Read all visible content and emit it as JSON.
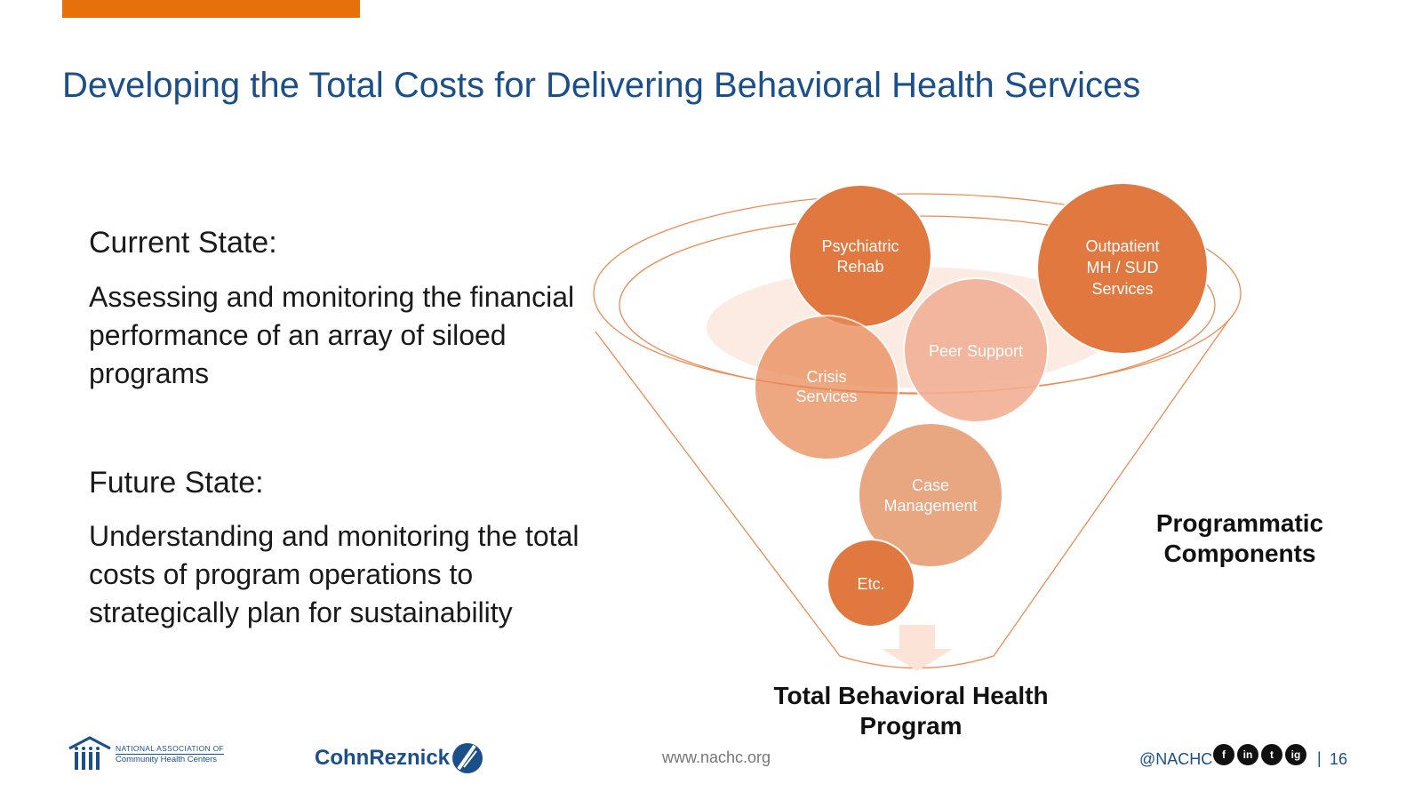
{
  "slide": {
    "title": "Developing the Total Costs for Delivering Behavioral Health Services",
    "accent_color": "#E8700A",
    "title_color": "#1B4F8A"
  },
  "current_state": {
    "heading": "Current State:",
    "body": "Assessing and monitoring the financial performance of an array of siloed programs"
  },
  "future_state": {
    "heading": "Future State:",
    "body": "Understanding and monitoring the total costs of program operations to strategically plan for sustainability"
  },
  "diagram": {
    "bubbles": [
      {
        "line1": "Psychiatric",
        "line2": "Rehab"
      },
      {
        "line1": "Outpatient",
        "line2": "MH / SUD",
        "line3": "Services"
      },
      {
        "line1": "Peer Support"
      },
      {
        "line1": "Crisis",
        "line2": "Services"
      },
      {
        "line1": "Case",
        "line2": "Management"
      },
      {
        "line1": "Etc."
      }
    ],
    "components_label": "Programmatic Components",
    "output_label": "Total Behavioral Health Program",
    "bubble_colors": {
      "dark": "#E07840",
      "light": "#F0A57F"
    }
  },
  "footer": {
    "nachc_line1": "NATIONAL ASSOCIATION OF",
    "nachc_line2": "Community Health Centers",
    "cohnreznick": "CohnReznick",
    "website": "www.nachc.org",
    "handle": "@NACHC",
    "social": [
      "f",
      "in",
      "t",
      "ig"
    ],
    "separator": "|",
    "page_number": "16"
  }
}
